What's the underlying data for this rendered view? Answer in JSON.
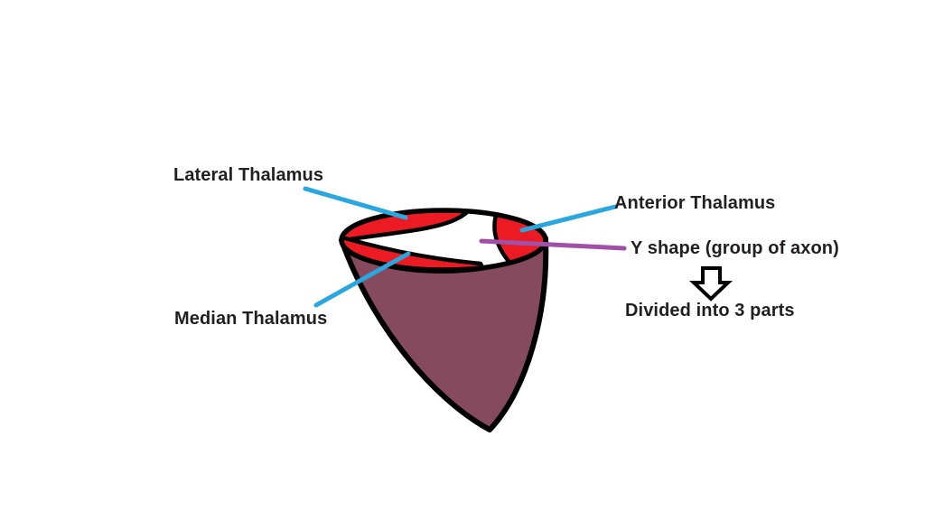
{
  "diagram": {
    "subject": "Thalamus divided into 3 parts",
    "labels": {
      "lateral": "Lateral Thalamus",
      "anterior": "Anterior Thalamus",
      "yshape": "Y shape (group of axon)",
      "divided": "Divided into 3 parts",
      "median": "Median Thalamus"
    },
    "icons": {
      "divided_arrow": "hollow-down-arrow"
    },
    "colors": {
      "cone": "#854a5e",
      "region": "#ec1b23",
      "pointer_blue": "#2ba7e0",
      "pointer_purple": "#a150a8",
      "outline": "#000000",
      "text": "#231f20",
      "background": "#ffffff"
    }
  }
}
